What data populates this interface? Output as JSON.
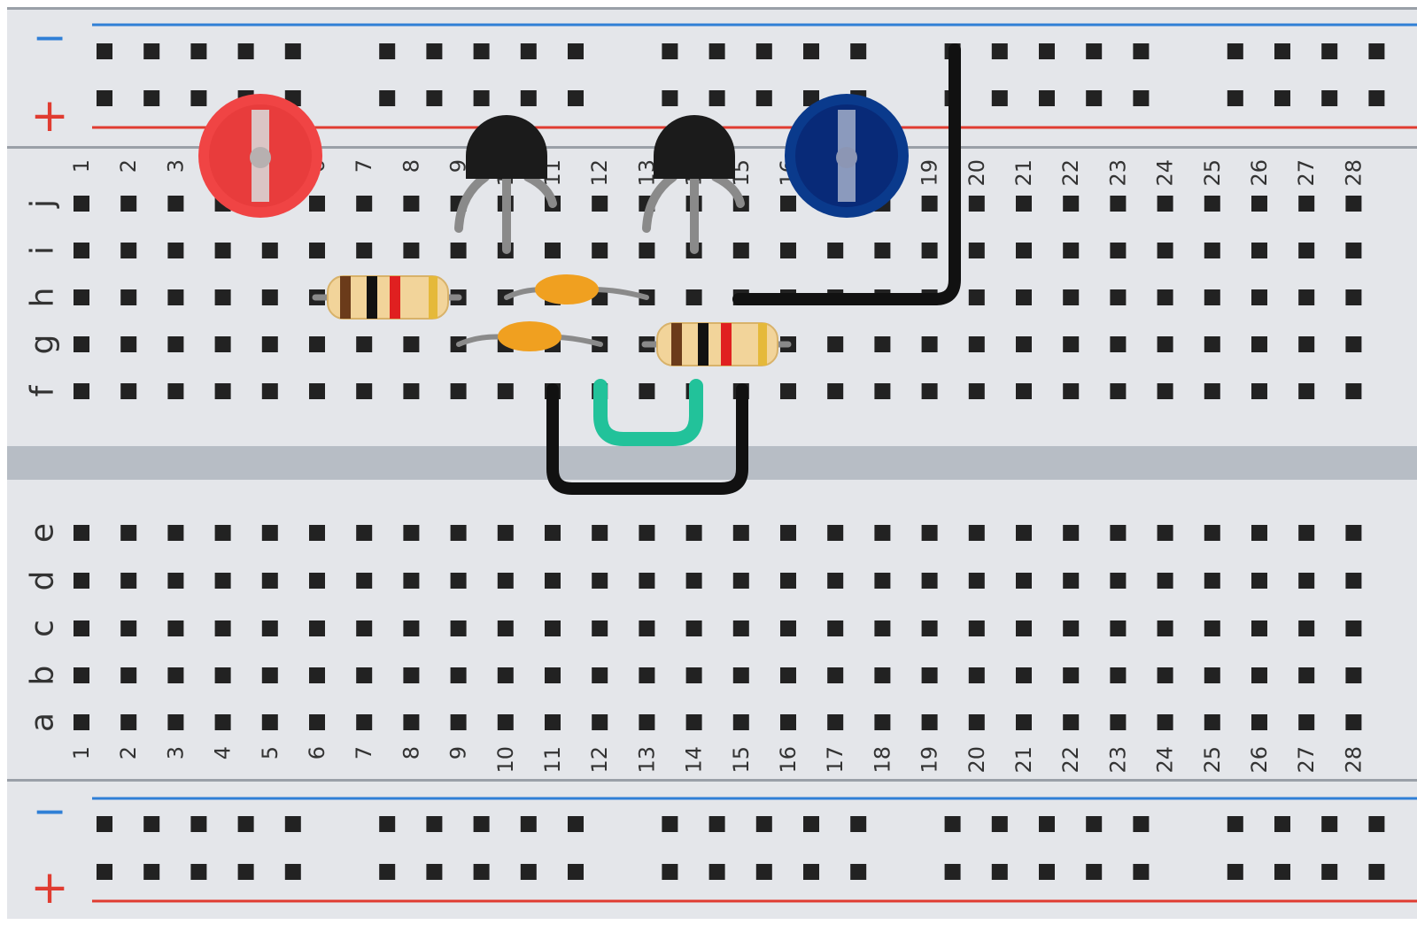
{
  "rails": {
    "minus_label": "−",
    "plus_label": "+",
    "minus_color": "#2f7fd6",
    "plus_color": "#e03c31"
  },
  "columns": [
    "1",
    "2",
    "3",
    "4",
    "5",
    "6",
    "7",
    "8",
    "9",
    "10",
    "11",
    "12",
    "13",
    "14",
    "15",
    "16",
    "17",
    "18",
    "19",
    "20",
    "21",
    "22",
    "23",
    "24",
    "25",
    "26",
    "27",
    "28"
  ],
  "rows_top": [
    "j",
    "i",
    "h",
    "g",
    "f"
  ],
  "rows_bottom": [
    "e",
    "d",
    "c",
    "b",
    "a"
  ],
  "colors": {
    "board": "#e4e6ea",
    "hole": "#222222",
    "trench": "#b7bdc5",
    "led_red": "#f04444",
    "led_blue": "#0a3a8c",
    "transistor": "#1b1b1b",
    "capacitor": "#f0a020",
    "wire_black": "#111111",
    "wire_green": "#22c29a",
    "resistor_body": "#f2d49a"
  },
  "components": {
    "led_red": "red-led",
    "led_blue": "blue-led",
    "transistors": [
      "transistor-1",
      "transistor-2"
    ],
    "resistors": [
      "resistor-1",
      "resistor-2"
    ],
    "capacitors": [
      "capacitor-1",
      "capacitor-2"
    ],
    "wires": [
      "black-wire-power",
      "black-wire-bridge",
      "green-jumper"
    ]
  }
}
